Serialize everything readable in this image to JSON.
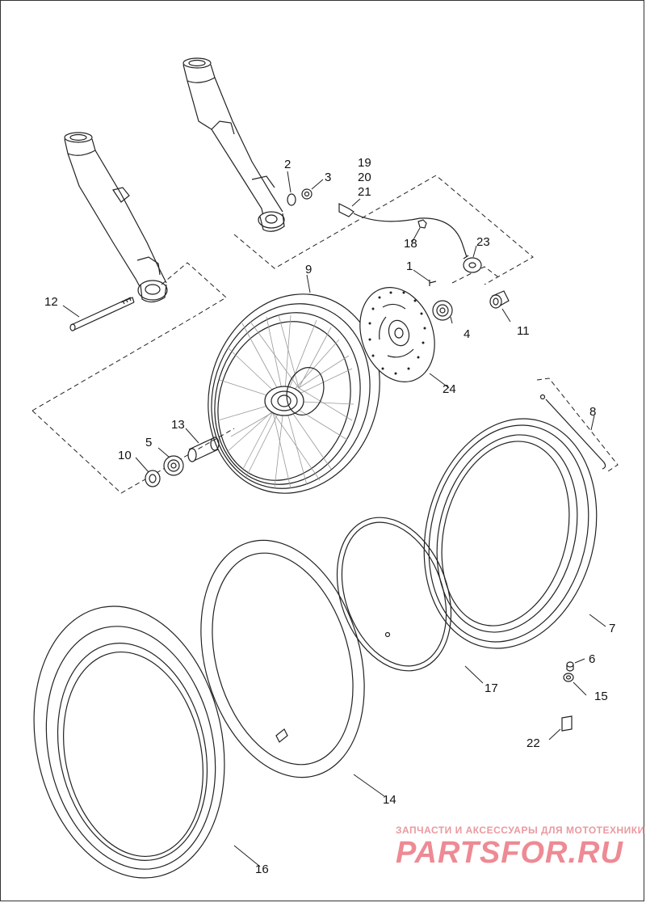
{
  "diagram": {
    "callouts": [
      {
        "id": "c1",
        "label": "1"
      },
      {
        "id": "c2",
        "label": "2"
      },
      {
        "id": "c3",
        "label": "3"
      },
      {
        "id": "c4",
        "label": "4"
      },
      {
        "id": "c5",
        "label": "5"
      },
      {
        "id": "c6",
        "label": "6"
      },
      {
        "id": "c7",
        "label": "7"
      },
      {
        "id": "c8",
        "label": "8"
      },
      {
        "id": "c9",
        "label": "9"
      },
      {
        "id": "c10",
        "label": "10"
      },
      {
        "id": "c11",
        "label": "11"
      },
      {
        "id": "c12",
        "label": "12"
      },
      {
        "id": "c13",
        "label": "13"
      },
      {
        "id": "c14",
        "label": "14"
      },
      {
        "id": "c15",
        "label": "15"
      },
      {
        "id": "c16",
        "label": "16"
      },
      {
        "id": "c17",
        "label": "17"
      },
      {
        "id": "c18",
        "label": "18"
      },
      {
        "id": "c19",
        "label": "19"
      },
      {
        "id": "c20",
        "label": "20"
      },
      {
        "id": "c21",
        "label": "21"
      },
      {
        "id": "c22",
        "label": "22"
      },
      {
        "id": "c23",
        "label": "23"
      },
      {
        "id": "c24",
        "label": "24"
      }
    ]
  },
  "watermark": {
    "tagline": "ЗАПЧАСТИ И АКСЕССУАРЫ ДЛЯ МОТОТЕХНИКИ",
    "brand": "PARTSFOR.RU",
    "color": "#ee8a94"
  }
}
